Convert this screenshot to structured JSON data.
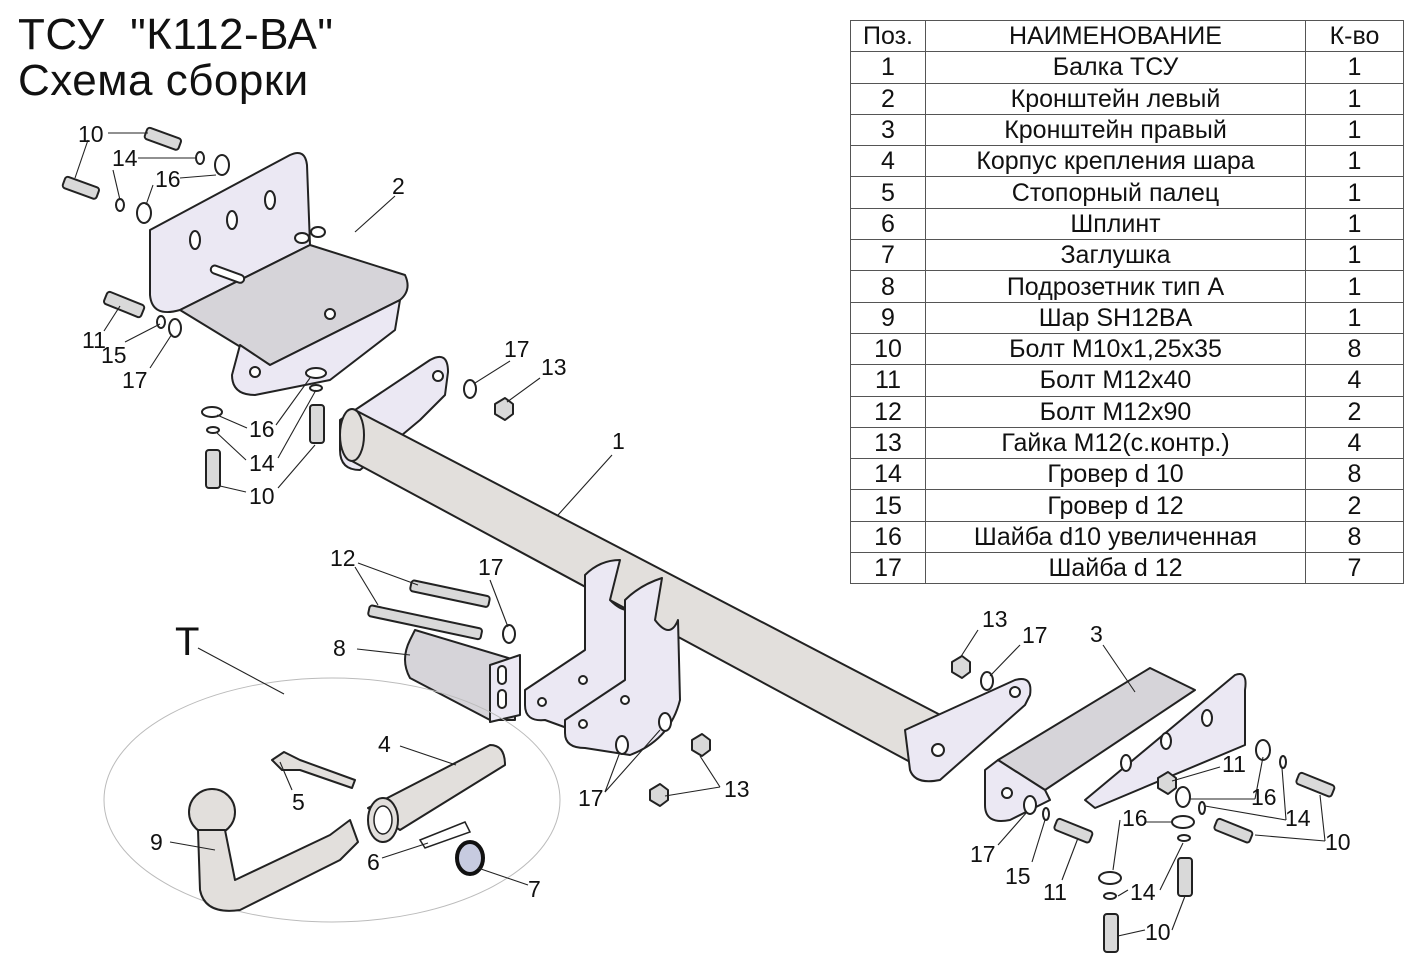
{
  "title": {
    "line1": "ТСУ  \"К112-ВА\"",
    "line2": "Схема сборки"
  },
  "table": {
    "headers": {
      "pos": "Поз.",
      "name": "НАИМЕНОВАНИЕ",
      "qty": "К-во"
    },
    "rows": [
      {
        "pos": "1",
        "name": "Балка ТСУ",
        "qty": "1"
      },
      {
        "pos": "2",
        "name": "Кронштейн левый",
        "qty": "1"
      },
      {
        "pos": "3",
        "name": "Кронштейн правый",
        "qty": "1"
      },
      {
        "pos": "4",
        "name": "Корпус крепления шара",
        "qty": "1"
      },
      {
        "pos": "5",
        "name": "Стопорный палец",
        "qty": "1"
      },
      {
        "pos": "6",
        "name": "Шплинт",
        "qty": "1"
      },
      {
        "pos": "7",
        "name": "Заглушка",
        "qty": "1"
      },
      {
        "pos": "8",
        "name": "Подрозетник тип А",
        "qty": "1"
      },
      {
        "pos": "9",
        "name": "Шар SH12BA",
        "qty": "1"
      },
      {
        "pos": "10",
        "name": "Болт М10х1,25х35",
        "qty": "8"
      },
      {
        "pos": "11",
        "name": "Болт М12х40",
        "qty": "4"
      },
      {
        "pos": "12",
        "name": "Болт М12х90",
        "qty": "2"
      },
      {
        "pos": "13",
        "name": "Гайка М12(с.контр.)",
        "qty": "4"
      },
      {
        "pos": "14",
        "name": "Гровер d 10",
        "qty": "8"
      },
      {
        "pos": "15",
        "name": "Гровер d 12",
        "qty": "2"
      },
      {
        "pos": "16",
        "name": "Шайба d10 увеличенная",
        "qty": "8"
      },
      {
        "pos": "17",
        "name": "Шайба d 12",
        "qty": "7"
      }
    ]
  },
  "callouts": {
    "group_label": "T",
    "left_bracket": {
      "b10a": "10",
      "b14": "14",
      "b16a": "16",
      "part2": "2",
      "b11": "11",
      "b15": "15",
      "b17": "17",
      "b16b": "16",
      "b14b": "14",
      "b10b": "10"
    },
    "beam": {
      "part1": "1",
      "w17": "17",
      "n13": "13"
    },
    "socket": {
      "b12": "12",
      "w17": "17",
      "part8": "8"
    },
    "ball": {
      "part4": "4",
      "part5": "5",
      "part6": "6",
      "part7": "7",
      "part9": "9"
    },
    "mid": {
      "w17": "17",
      "n13": "13"
    },
    "right": {
      "n13": "13",
      "w17a": "17",
      "part3": "3",
      "b11a": "11",
      "w16a": "16",
      "g14a": "14",
      "b10a": "10",
      "w16b": "16",
      "w17b": "17",
      "g15": "15",
      "b11b": "11",
      "g14b": "14",
      "b10b": "10"
    }
  }
}
